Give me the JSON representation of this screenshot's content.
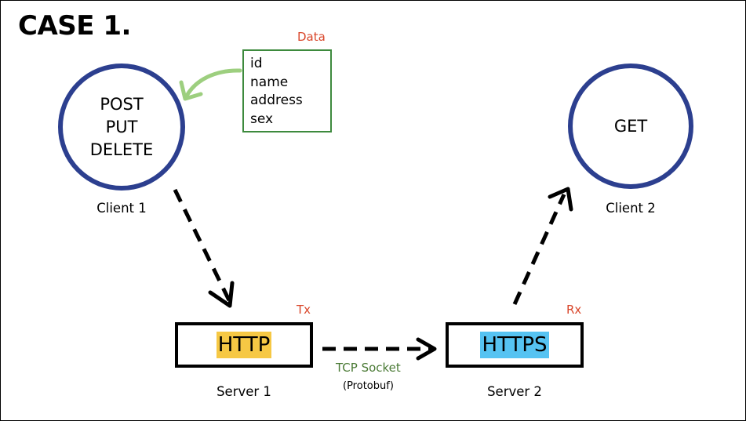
{
  "title": "CASE 1.",
  "data_box": {
    "label": "Data",
    "fields": [
      "id",
      "name",
      "address",
      "sex"
    ]
  },
  "client1": {
    "methods": [
      "POST",
      "PUT",
      "DELETE"
    ],
    "caption": "Client 1"
  },
  "client2": {
    "methods": [
      "GET"
    ],
    "caption": "Client 2"
  },
  "server1": {
    "protocol": "HTTP",
    "caption": "Server 1",
    "tag": "Tx"
  },
  "server2": {
    "protocol": "HTTPS",
    "caption": "Server 2",
    "tag": "Rx"
  },
  "connection": {
    "label": "TCP Socket",
    "sublabel": "(Protobuf)"
  },
  "colors": {
    "circle_border": "#2c3f8f",
    "data_box_border": "#3d8a3d",
    "data_arrow": "#9dcf7f",
    "tag_text": "#d9472b",
    "connection_label": "#4a7a35",
    "http_highlight": "#f6c844",
    "https_highlight": "#56c3f2"
  }
}
